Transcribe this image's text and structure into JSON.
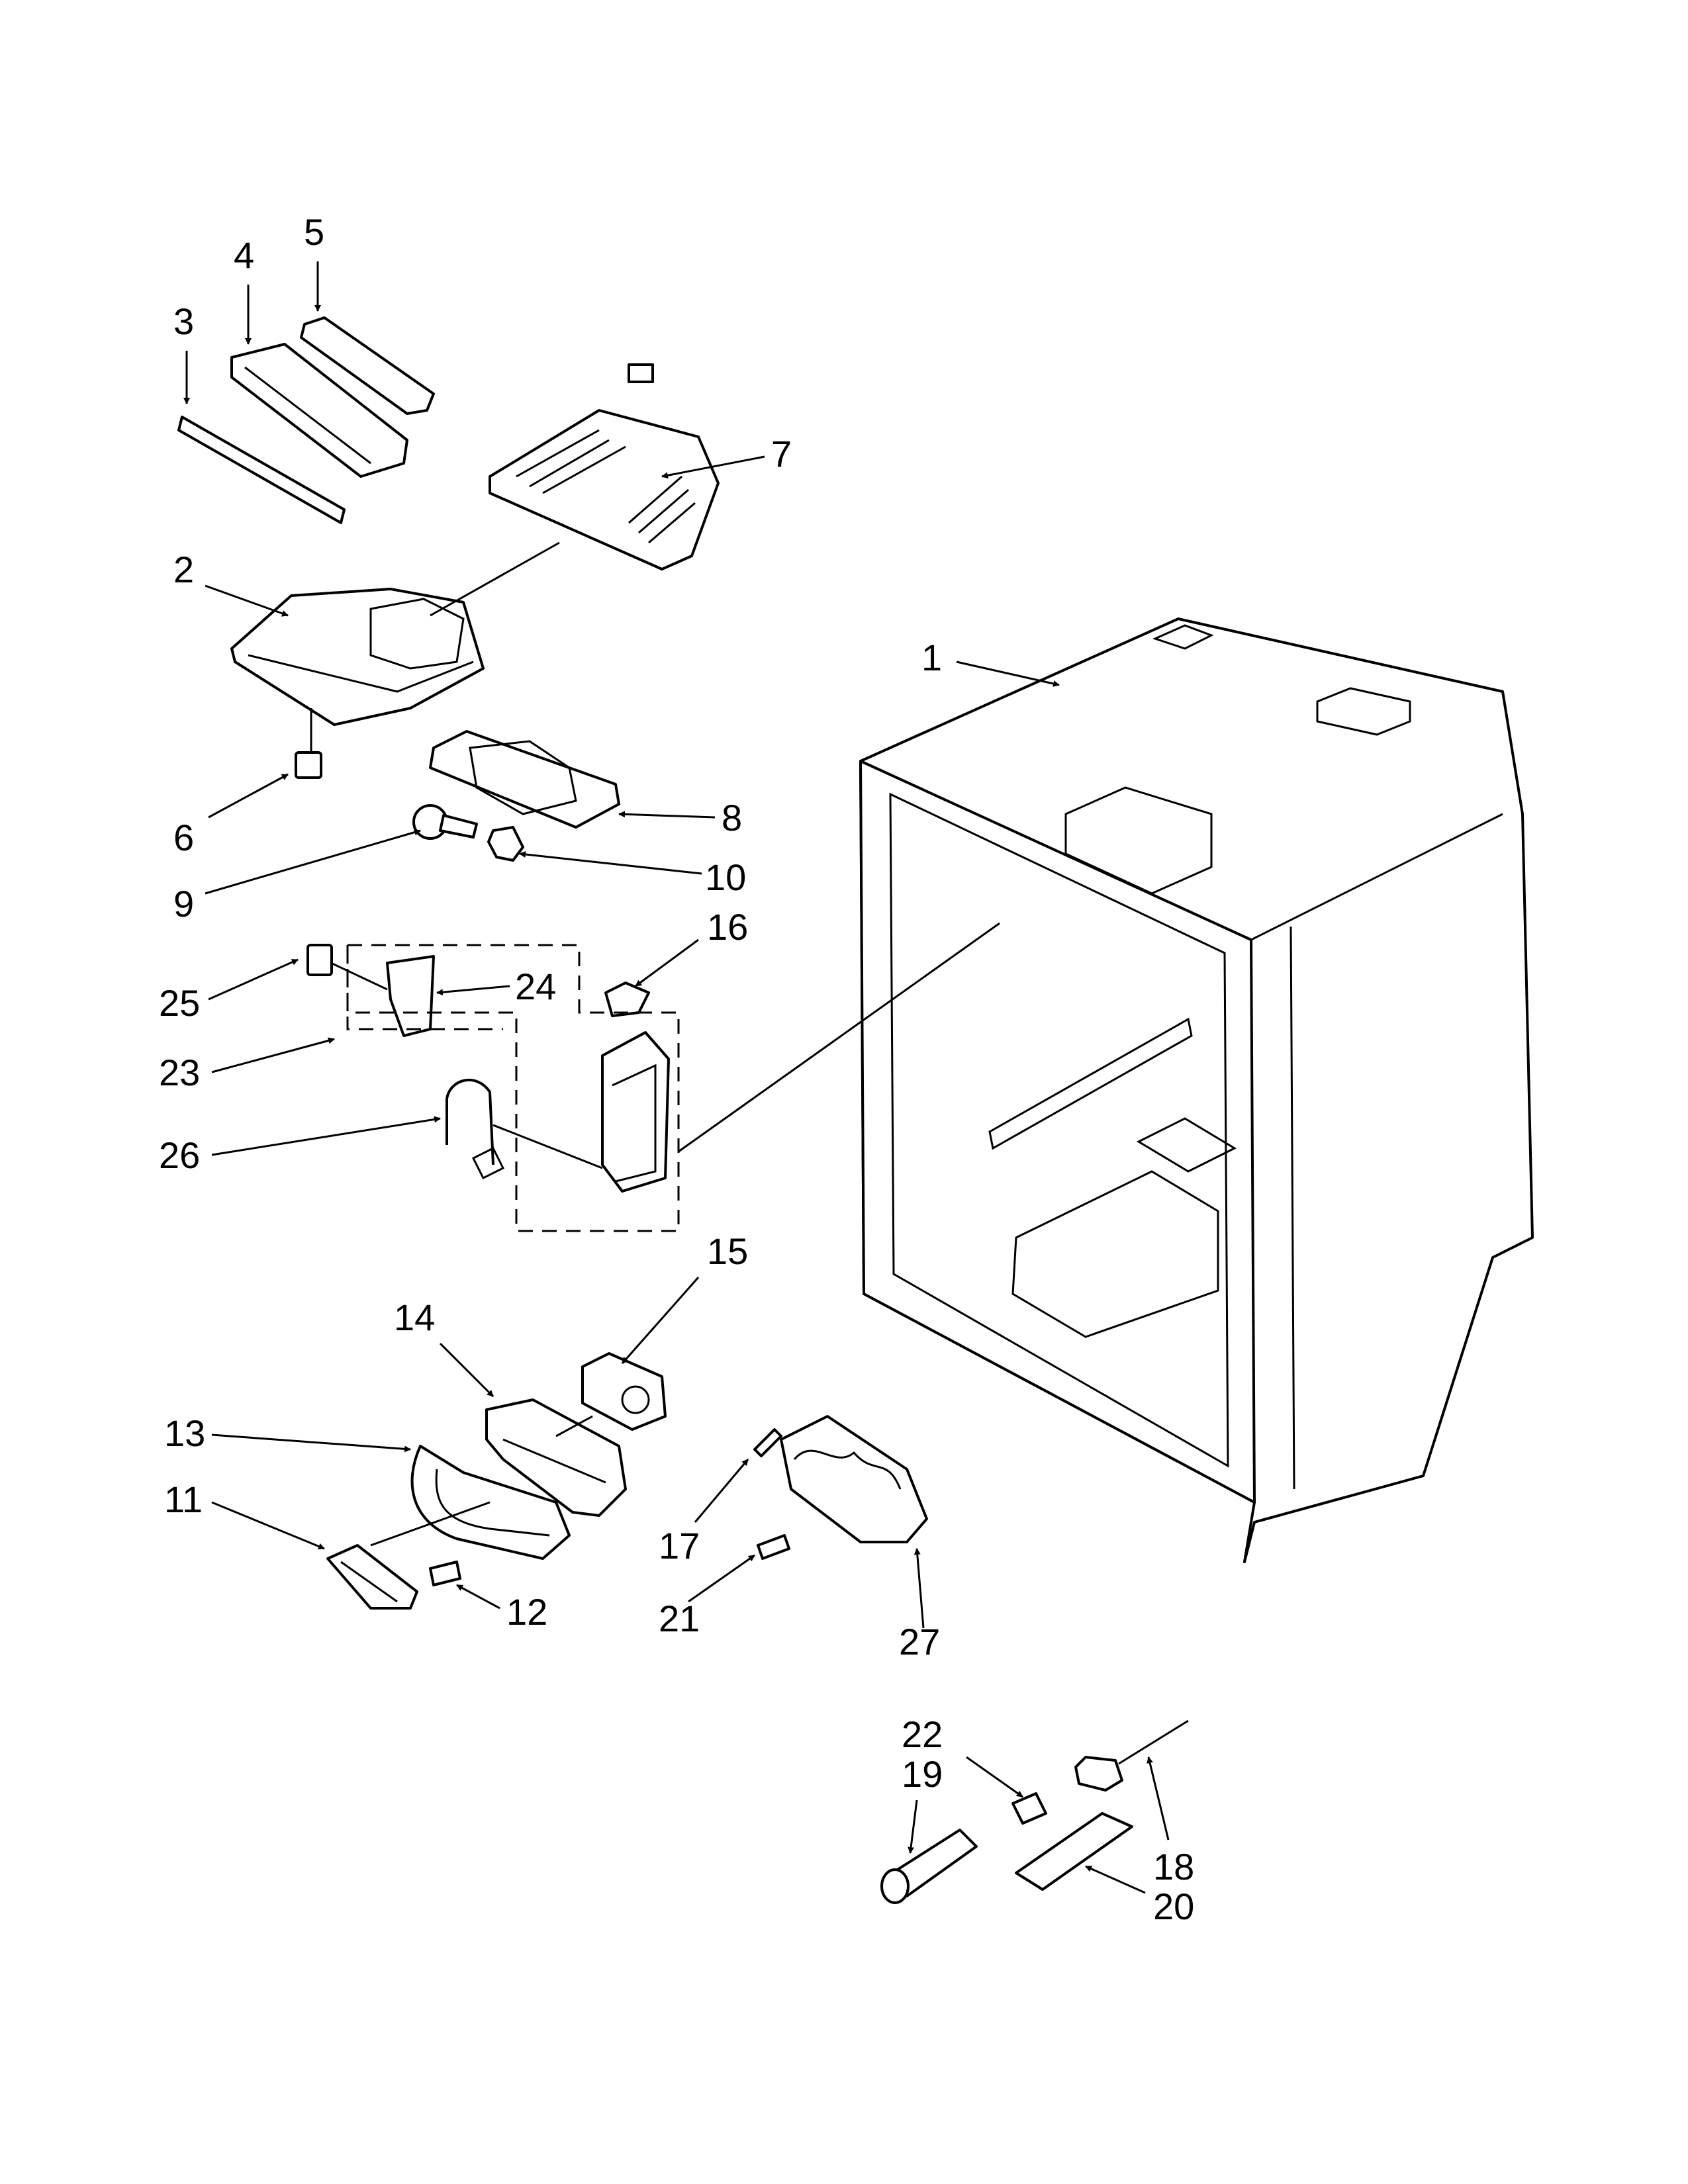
{
  "callouts": {
    "c1": "1",
    "c2": "2",
    "c3": "3",
    "c4": "4",
    "c5": "5",
    "c6": "6",
    "c7": "7",
    "c8": "8",
    "c9": "9",
    "c10": "10",
    "c11": "11",
    "c12": "12",
    "c13": "13",
    "c14": "14",
    "c15": "15",
    "c16": "16",
    "c17": "17",
    "c18": "18",
    "c19": "19",
    "c20": "20",
    "c21": "21",
    "c22": "22",
    "c23": "23",
    "c24": "24",
    "c25": "25",
    "c26": "26",
    "c27": "27"
  },
  "colors": {
    "ink": "#000000",
    "paper": "#ffffff"
  }
}
